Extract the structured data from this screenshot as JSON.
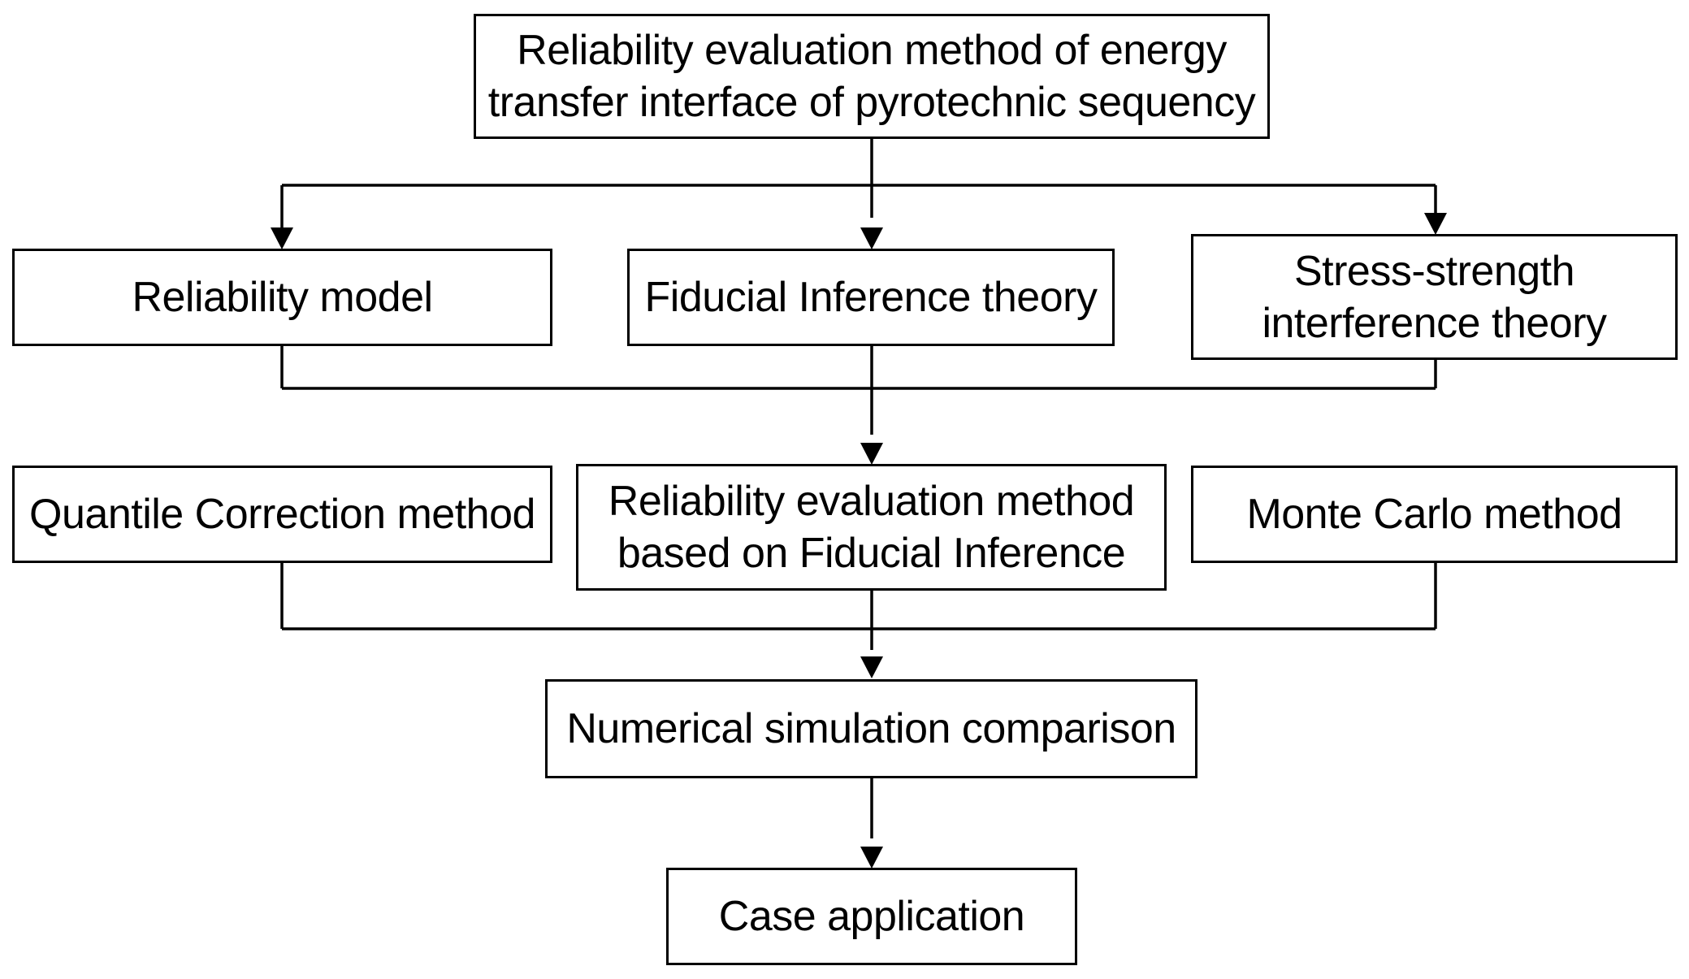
{
  "nodes": {
    "root": "Reliability evaluation method of energy\ntransfer interface of pyrotechnic sequency",
    "reliability_model": "Reliability model",
    "fiducial_theory": "Fiducial Inference theory",
    "stress_strength": "Stress-strength\ninterference theory",
    "quantile_correction": "Quantile Correction method",
    "fiducial_method": "Reliability evaluation method\nbased on Fiducial Inference",
    "monte_carlo": "Monte Carlo method",
    "numerical_simulation": "Numerical simulation comparison",
    "case_application": "Case application"
  },
  "colors": {
    "line": "#000000",
    "box_border": "#000000",
    "background": "#ffffff"
  }
}
